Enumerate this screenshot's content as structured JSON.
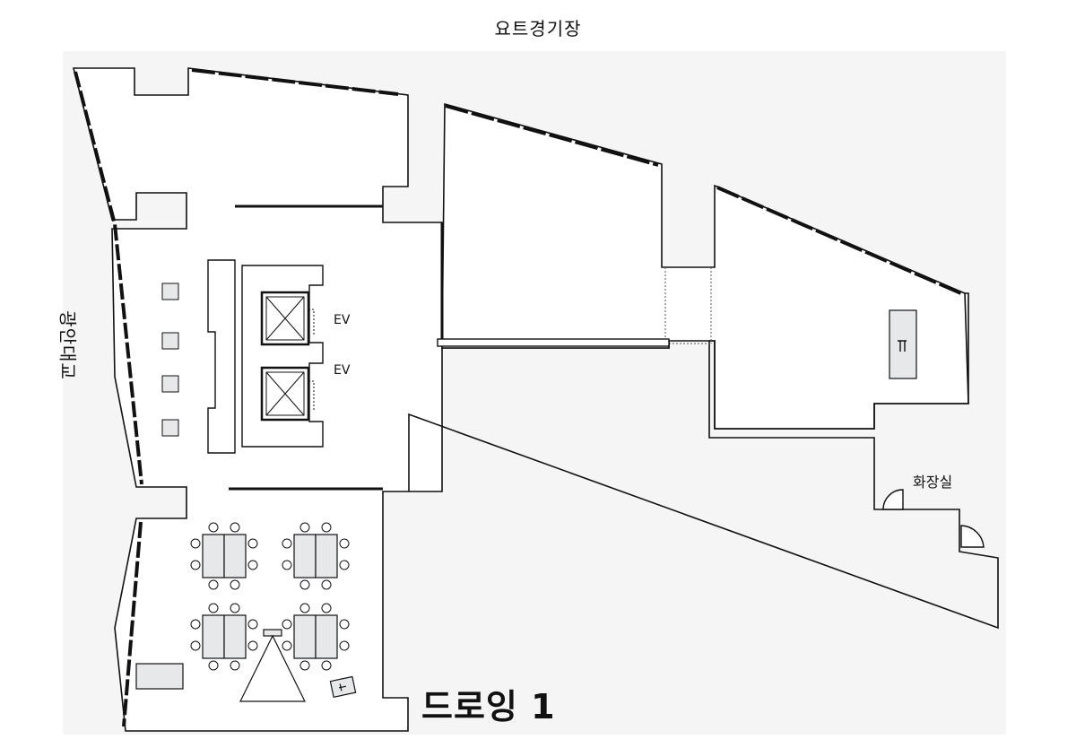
{
  "labels": {
    "top": "요트경기장",
    "side": "광안대교",
    "elevator_1": "EV",
    "elevator_2": "EV",
    "restroom": "화장실",
    "drawing_title": "드로잉 1"
  },
  "icons": {
    "elevator": "elevator-box-icon",
    "door": "door-swing-icon",
    "table": "table-group-icon",
    "projector": "projector-icon",
    "podium": "podium-icon"
  },
  "colors": {
    "background": "#f5f5f5",
    "wall": "#111111",
    "fill": "#ffffff",
    "furniture": "#e6e8ea"
  }
}
